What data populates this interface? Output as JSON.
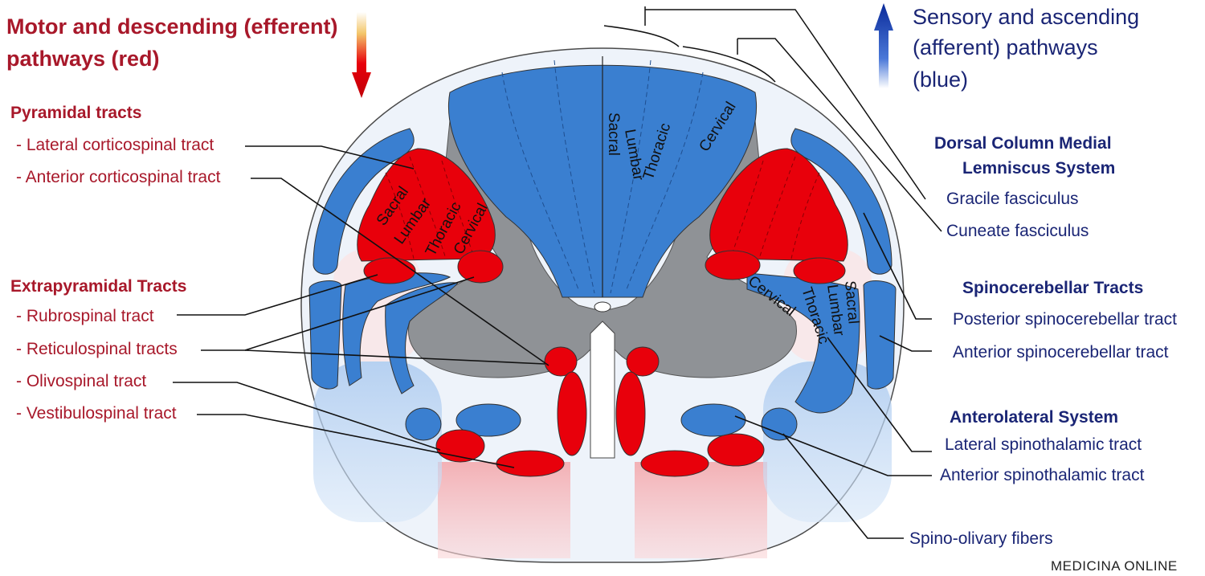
{
  "motor": {
    "title_line1": "Motor and descending (efferent)",
    "title_line2": "pathways   (red)",
    "pyramidal_heading": "Pyramidal tracts",
    "pyramidal_items": [
      "- Lateral corticospinal tract",
      "- Anterior corticospinal tract"
    ],
    "extrapyramidal_heading": "Extrapyramidal Tracts",
    "extrapyramidal_items": [
      "- Rubrospinal tract",
      "- Reticulospinal tracts",
      "- Olivospinal tract",
      "- Vestibulospinal tract"
    ]
  },
  "sensory": {
    "title_line1": "Sensory and ascending",
    "title_line2": "(afferent) pathways",
    "title_line3": "(blue)",
    "dcml_heading_1": "Dorsal Column Medial",
    "dcml_heading_2": "Lemniscus System",
    "dcml_items": [
      "Gracile fasciculus",
      "Cuneate fasciculus"
    ],
    "spinocerebellar_heading": "Spinocerebellar Tracts",
    "spinocerebellar_items": [
      "Posterior spinocerebellar tract",
      "Anterior spinocerebellar tract"
    ],
    "anterolateral_heading": "Anterolateral System",
    "anterolateral_items": [
      "Lateral spinothalamic tract",
      "Anterior spinothalamic tract"
    ],
    "spino_olivary": "Spino-olivary fibers"
  },
  "segments": {
    "dorsal": [
      "Sacral",
      "Lumbar",
      "Thoracic",
      "Cervical"
    ],
    "lateral_left": [
      "Sacral",
      "Lumbar",
      "Thoracic",
      "Cervical"
    ],
    "lateral_right": [
      "Cervical",
      "Thoracic",
      "Lumbar",
      "Sacral"
    ]
  },
  "watermark": "MEDICINA  ONLINE",
  "colors": {
    "motor": "#e8000b",
    "sensory": "#3a7fd0",
    "gray_matter": "#8f9296",
    "heading_red": "#a8182a",
    "heading_blue": "#1a2575"
  }
}
